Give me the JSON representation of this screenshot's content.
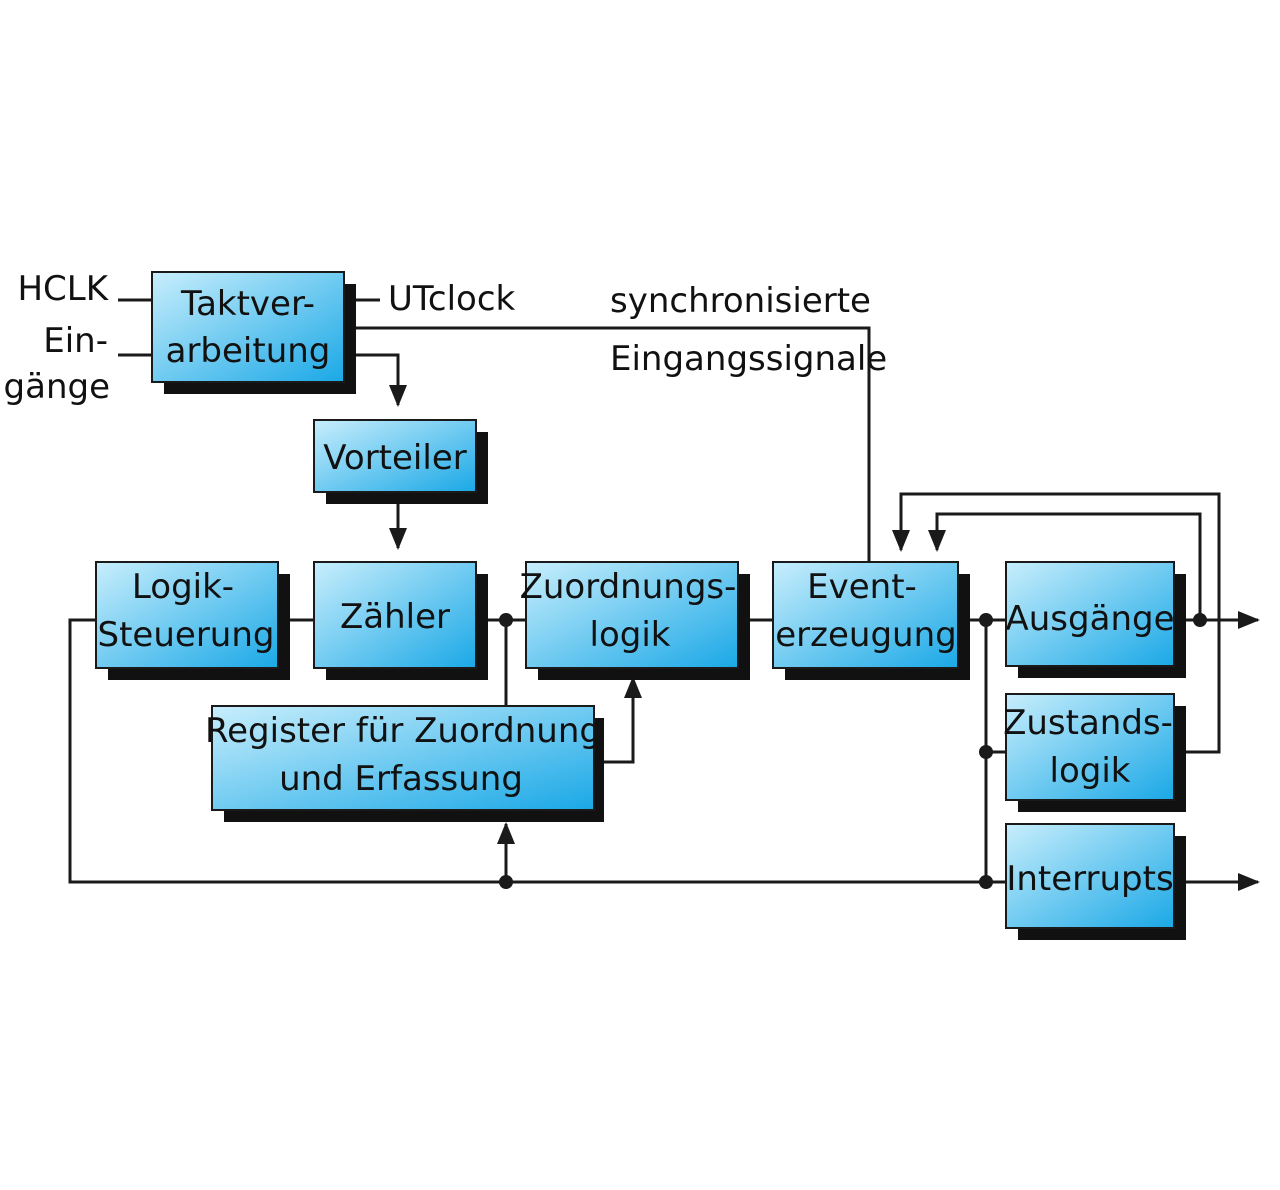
{
  "blocks": {
    "taktverarbeitung": [
      "Taktver-",
      "arbeitung"
    ],
    "vorteiler": [
      "Vorteiler"
    ],
    "logik_steuerung": [
      "Logik-",
      "Steuerung"
    ],
    "zaehler": [
      "Zähler"
    ],
    "zuordnungslogik": [
      "Zuordnungs-",
      "logik"
    ],
    "register": [
      "Register für Zuordnung",
      "und Erfassung"
    ],
    "eventerzeugung": [
      "Event-",
      "erzeugung"
    ],
    "ausgaenge": [
      "Ausgänge"
    ],
    "zustandslogik": [
      "Zustands-",
      "logik"
    ],
    "interrupts": [
      "Interrupts"
    ]
  },
  "labels": {
    "hclk": "HCLK",
    "eingaenge_1": "Ein-",
    "eingaenge_2": "gänge",
    "utclock": "UTclock",
    "sync_1": "synchronisierte",
    "sync_2": "Eingangssignale"
  },
  "colors": {
    "block_light": "#c8eefc",
    "block_dark": "#1aa8e6",
    "shadow": "#111111",
    "line": "#1a1a1a"
  }
}
